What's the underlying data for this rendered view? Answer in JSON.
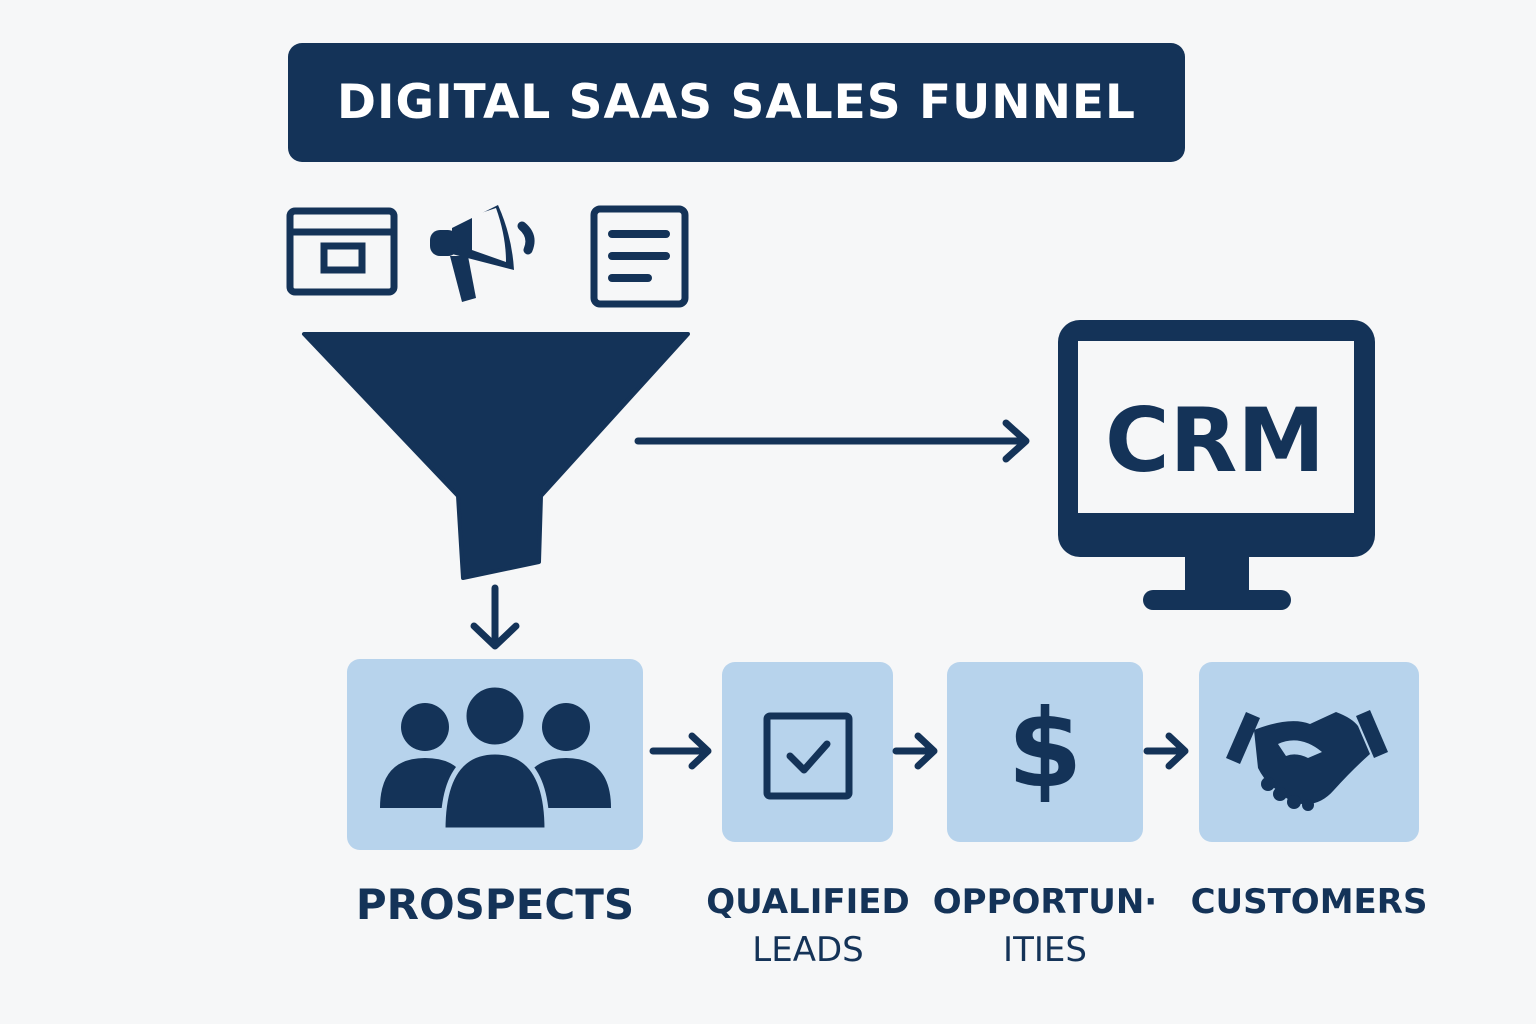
{
  "title": "DIGITAL SAAS SALES FUNNEL",
  "colors": {
    "dark": "#143358",
    "light_box": "#b7d3ec",
    "background": "#f6f7f8"
  },
  "source_icons": [
    "browser-window-icon",
    "megaphone-icon",
    "document-icon"
  ],
  "crm": {
    "label": "CRM"
  },
  "stages": [
    {
      "icon": "group-icon",
      "label": "PROSPECTS"
    },
    {
      "icon": "checkbox-icon",
      "label_line1": "QUALIFIED",
      "label_line2": "LEADS"
    },
    {
      "icon": "dollar-icon",
      "label_line1": "OPPORTUN·",
      "label_line2": "ITIES"
    },
    {
      "icon": "handshake-icon",
      "label": "CUSTOMERS"
    }
  ]
}
